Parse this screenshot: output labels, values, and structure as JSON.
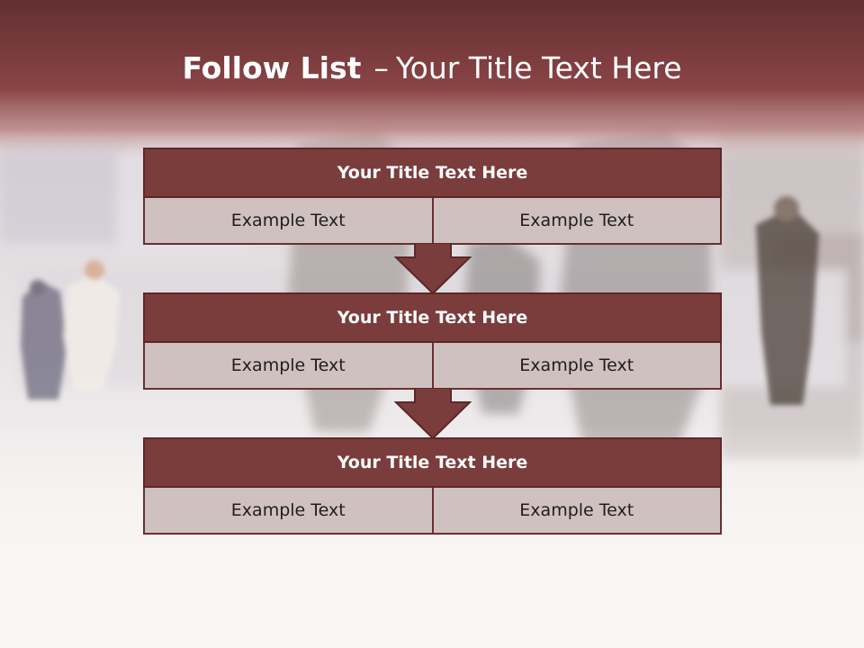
{
  "title": {
    "bold": "Follow List",
    "dash": "–",
    "rest": "Your Title Text Here"
  },
  "blocks": [
    {
      "header": "Your Title Text Here",
      "left": "Example Text",
      "right": "Example Text"
    },
    {
      "header": "Your Title Text Here",
      "left": "Example Text",
      "right": "Example Text"
    },
    {
      "header": "Your Title Text Here",
      "left": "Example Text",
      "right": "Example Text"
    }
  ],
  "colors": {
    "header_band": "#6e3535",
    "block_header": "#7b3c3c",
    "cell_fill": "#d0c1c1",
    "arrow": "#7b3c3c"
  }
}
